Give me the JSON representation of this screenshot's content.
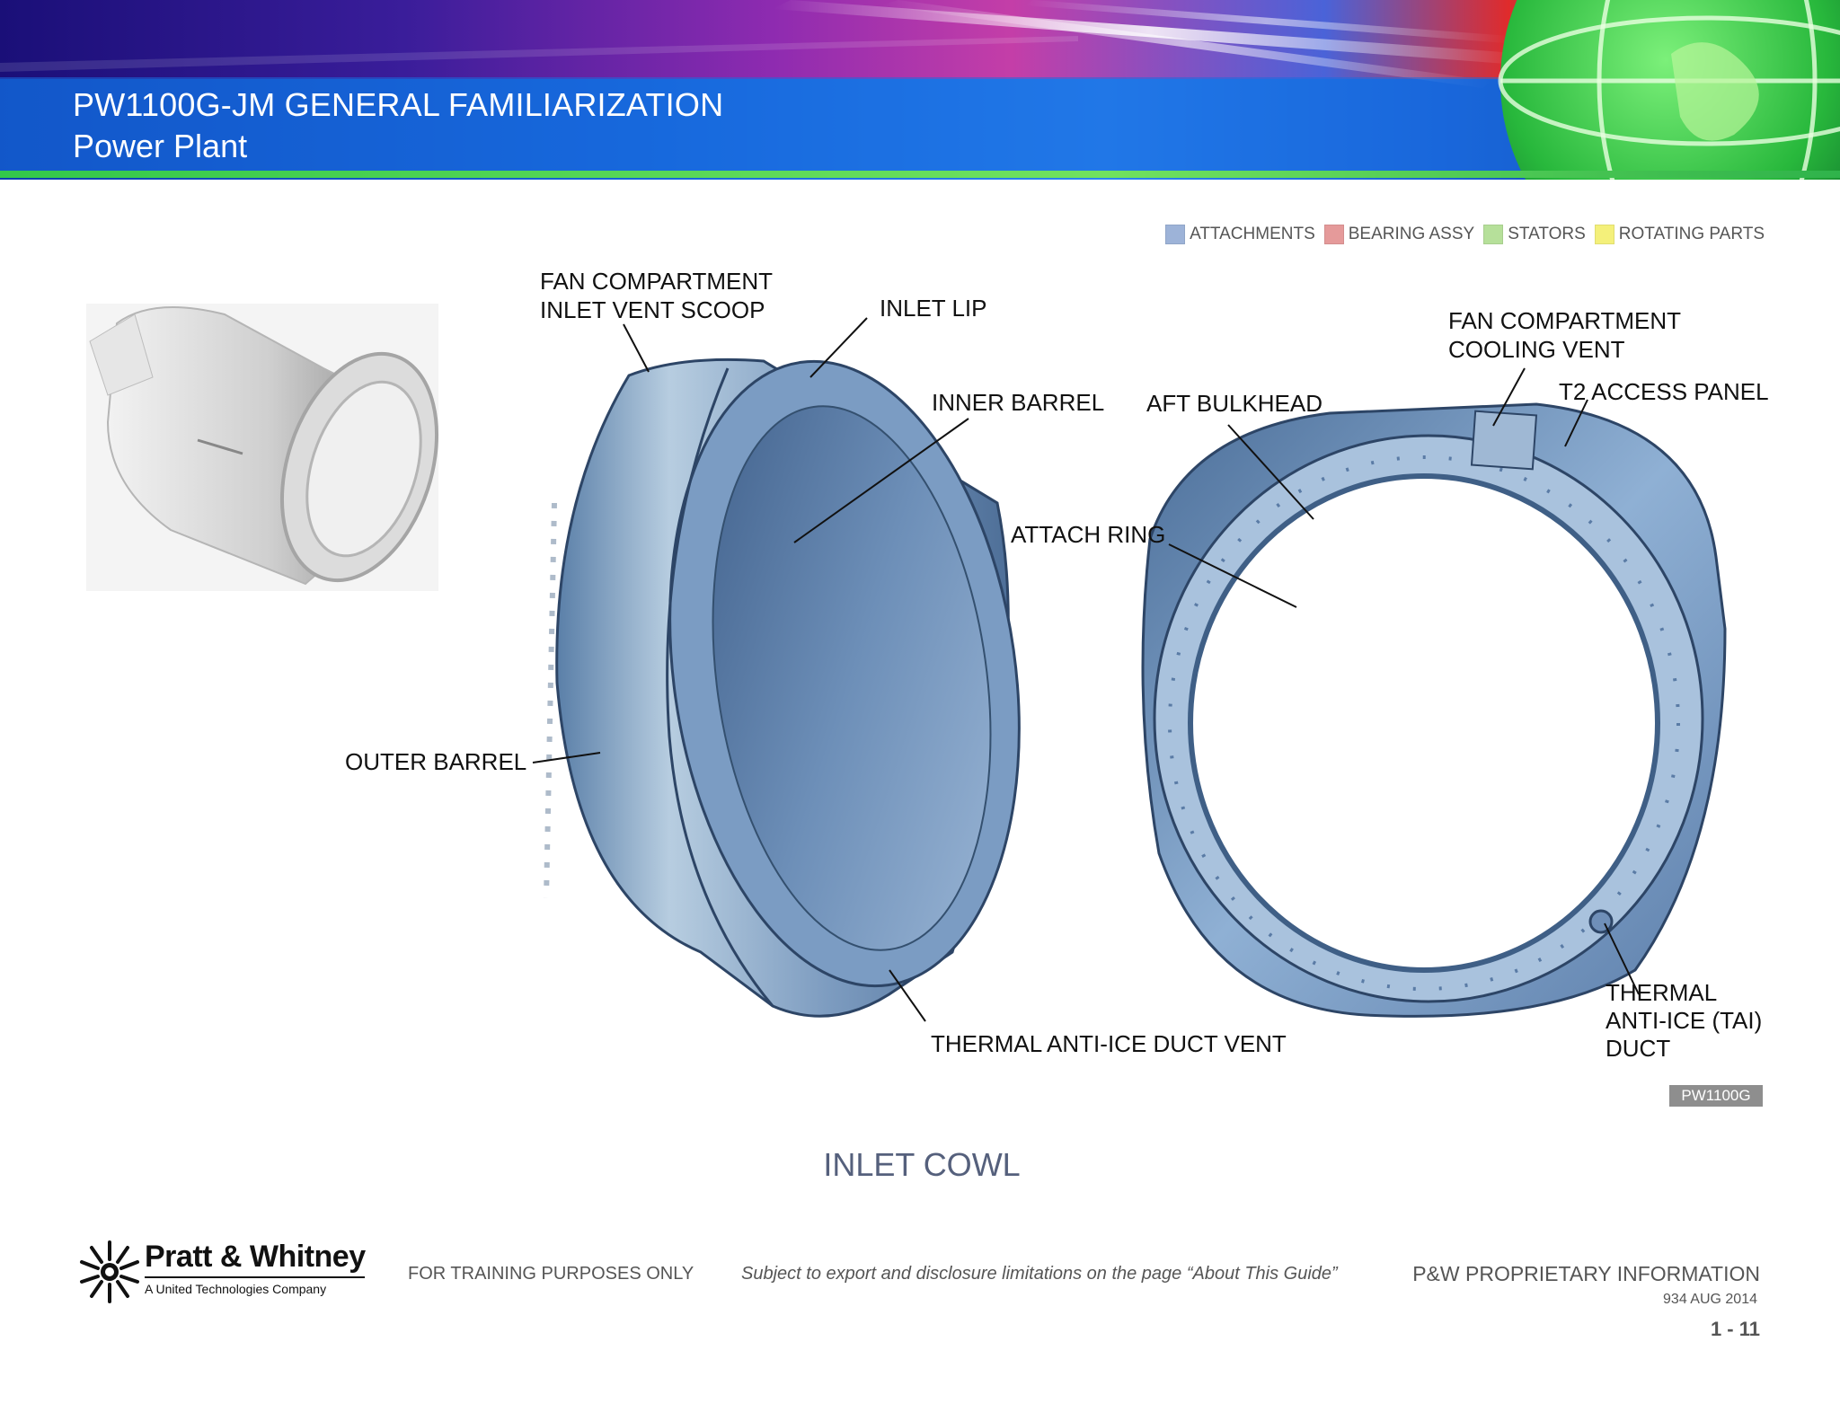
{
  "header": {
    "title": "PW1100G-JM GENERAL FAMILIARIZATION",
    "subtitle": "Power Plant"
  },
  "legend": [
    {
      "label": "ATTACHMENTS",
      "color": "#9db3d8"
    },
    {
      "label": "BEARING ASSY",
      "color": "#e59a9a"
    },
    {
      "label": "STATORS",
      "color": "#b6e09a"
    },
    {
      "label": "ROTATING PARTS",
      "color": "#f4f07a"
    }
  ],
  "callouts": {
    "fan_compartment_inlet_vent_scoop_1": "FAN COMPARTMENT",
    "fan_compartment_inlet_vent_scoop_2": "INLET VENT SCOOP",
    "inlet_lip": "INLET LIP",
    "inner_barrel": "INNER BARREL",
    "aft_bulkhead": "AFT BULKHEAD",
    "fan_compartment_cooling_vent_1": "FAN COMPARTMENT",
    "fan_compartment_cooling_vent_2": "COOLING  VENT",
    "t2_access_panel": "T2 ACCESS PANEL",
    "attach_ring": "ATTACH RING",
    "outer_barrel": "OUTER BARREL",
    "thermal_anti_ice_duct_vent": "THERMAL ANTI-ICE DUCT VENT",
    "thermal_anti_ice_duct_1": "THERMAL",
    "thermal_anti_ice_duct_2": "ANTI-ICE (TAI)",
    "thermal_anti_ice_duct_3": "DUCT"
  },
  "figure_tag": "PW1100G",
  "caption": "INLET COWL",
  "footer": {
    "logo_name": "Pratt & Whitney",
    "logo_subtitle": "A United Technologies Company",
    "training": "FOR TRAINING PURPOSES ONLY",
    "export": "Subject to export and disclosure limitations on the page “About This Guide”",
    "proprietary": "P&W PROPRIETARY INFORMATION",
    "date": "934  AUG  2014",
    "page": "1 - 11"
  },
  "colors": {
    "cowl_blue": "#7d9cc0",
    "banner_blue": "#1a6be0",
    "banner_green": "#3ccf4e",
    "caption_text": "#55607c"
  }
}
